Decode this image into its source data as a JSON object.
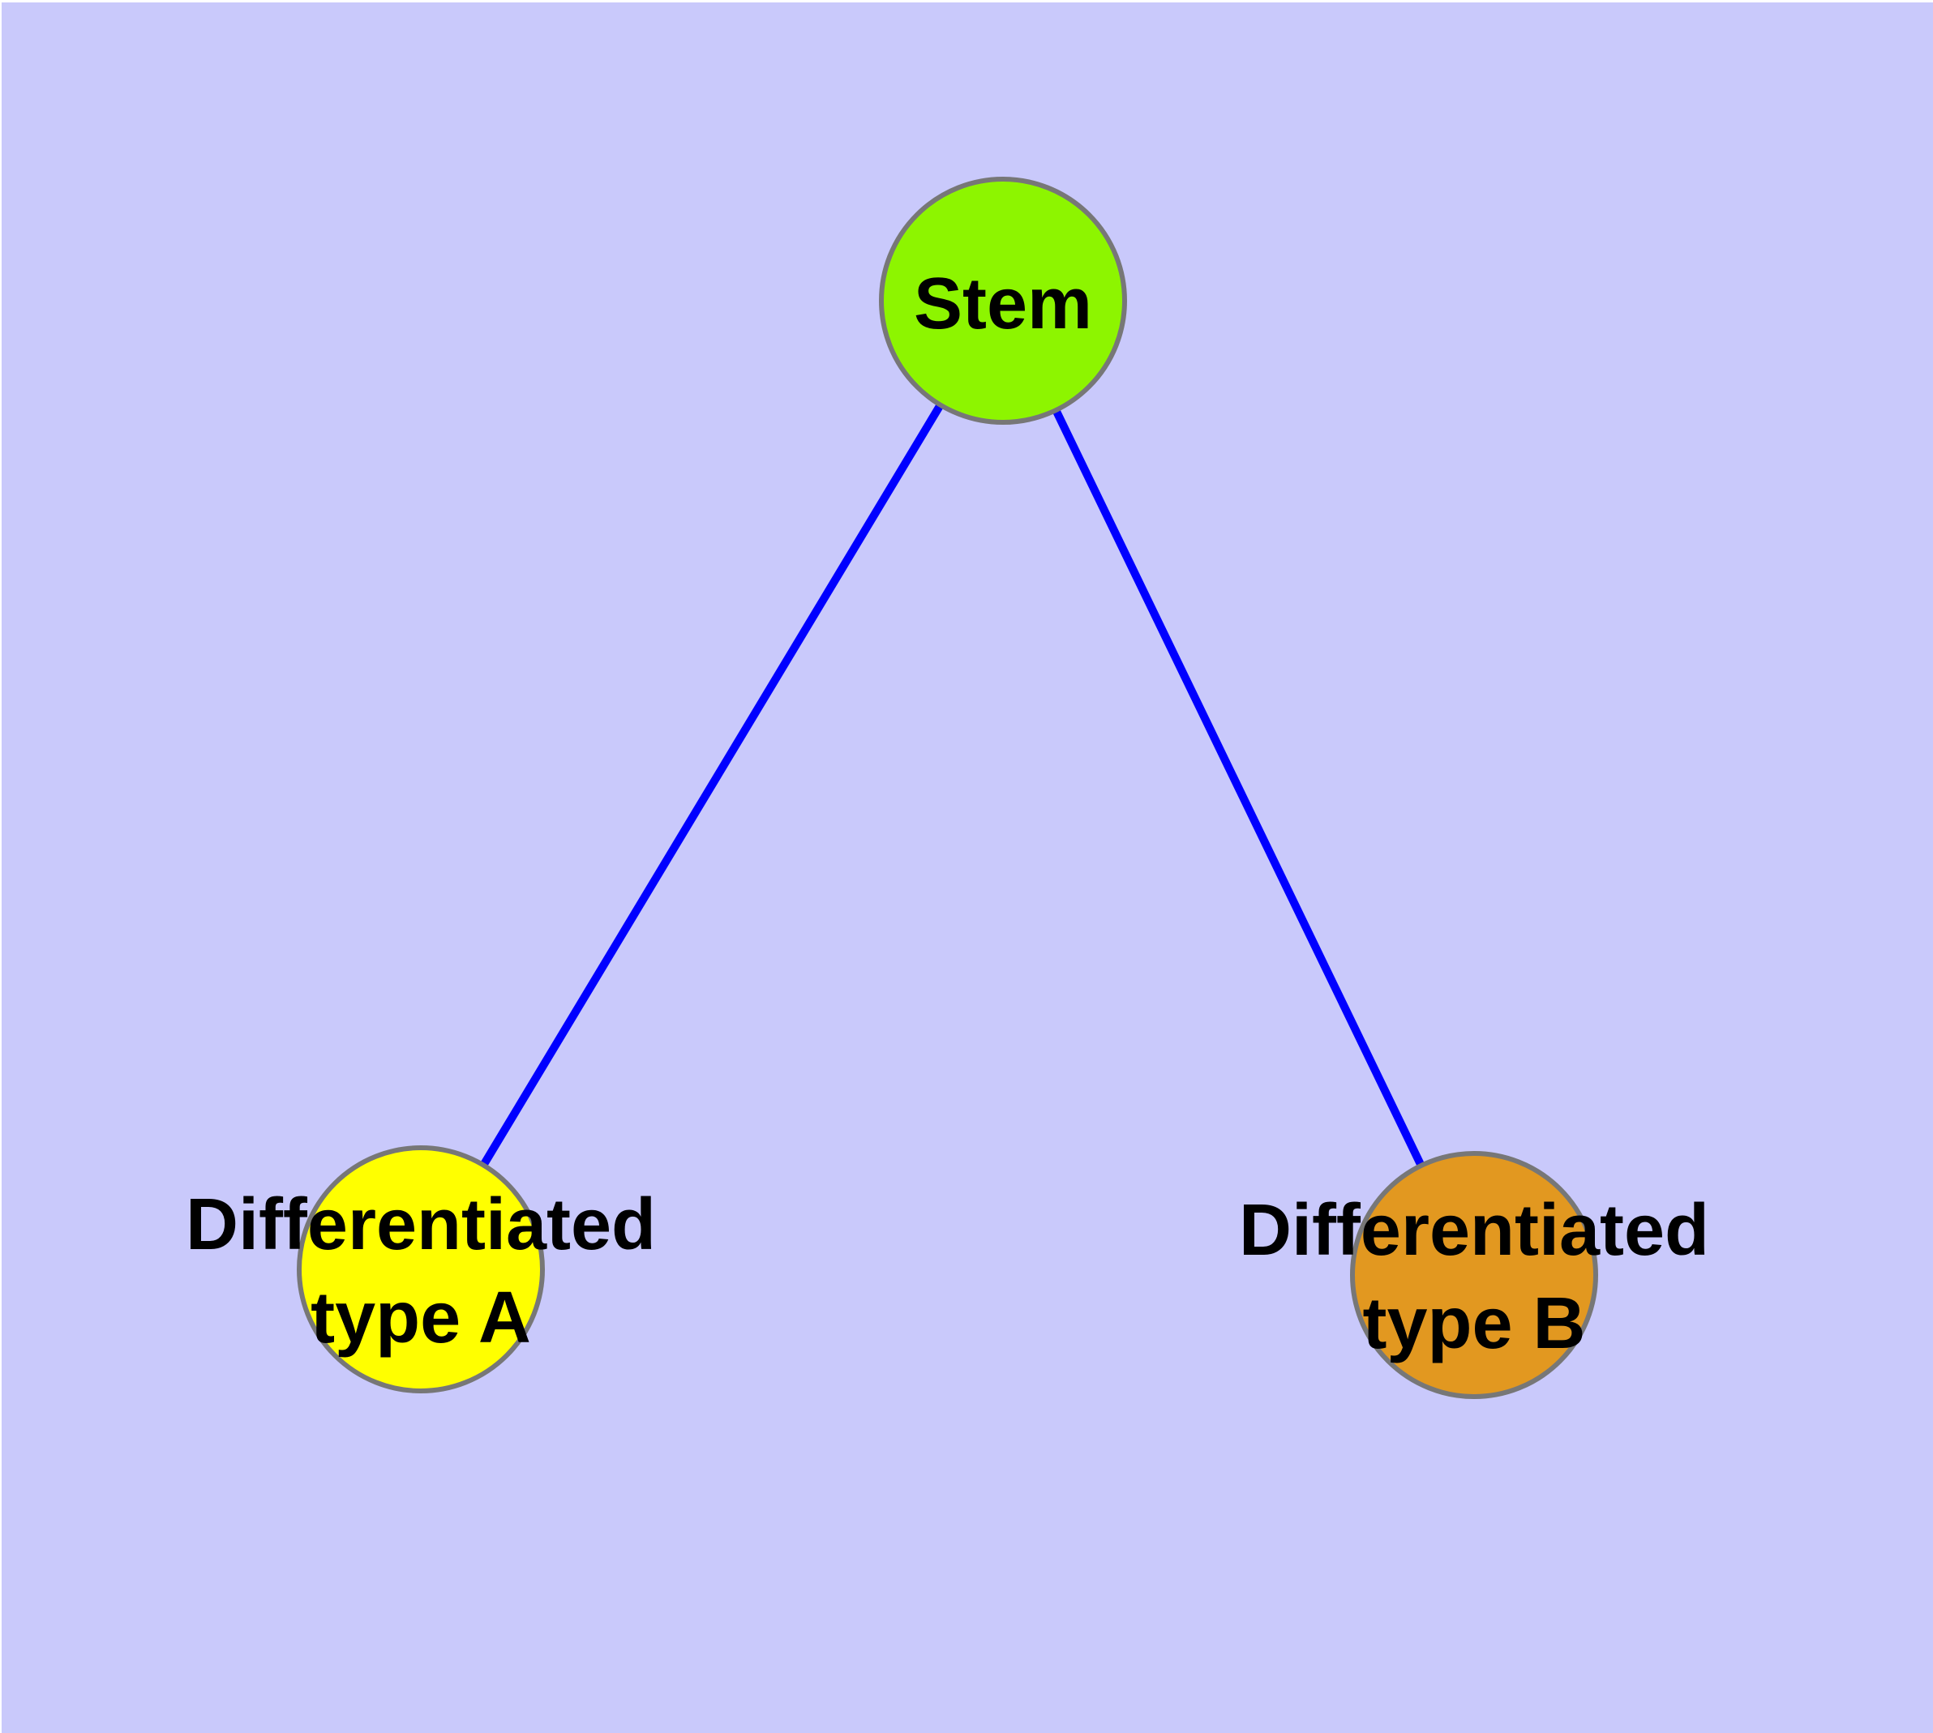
{
  "diagram": {
    "type": "graph",
    "background_color": "#C9C9FB",
    "page_margin_color": "#FFFFFF",
    "edge_color": "#0000FF",
    "node_border_color": "#777777",
    "label_color": "#000000",
    "nodes": [
      {
        "id": "stem",
        "label": "Stem",
        "lines": [
          "Stem"
        ],
        "fill": "#8DF500"
      },
      {
        "id": "differentiated-type-a",
        "label": "Differentiated type A",
        "lines": [
          "Differentiated",
          "type A"
        ],
        "fill": "#FFFF00"
      },
      {
        "id": "differentiated-type-b",
        "label": "Differentiated type B",
        "lines": [
          "Differentiated",
          "type B"
        ],
        "fill": "#E29820"
      }
    ],
    "edges": [
      {
        "from": "stem",
        "to": "differentiated-type-a"
      },
      {
        "from": "stem",
        "to": "differentiated-type-b"
      }
    ]
  }
}
